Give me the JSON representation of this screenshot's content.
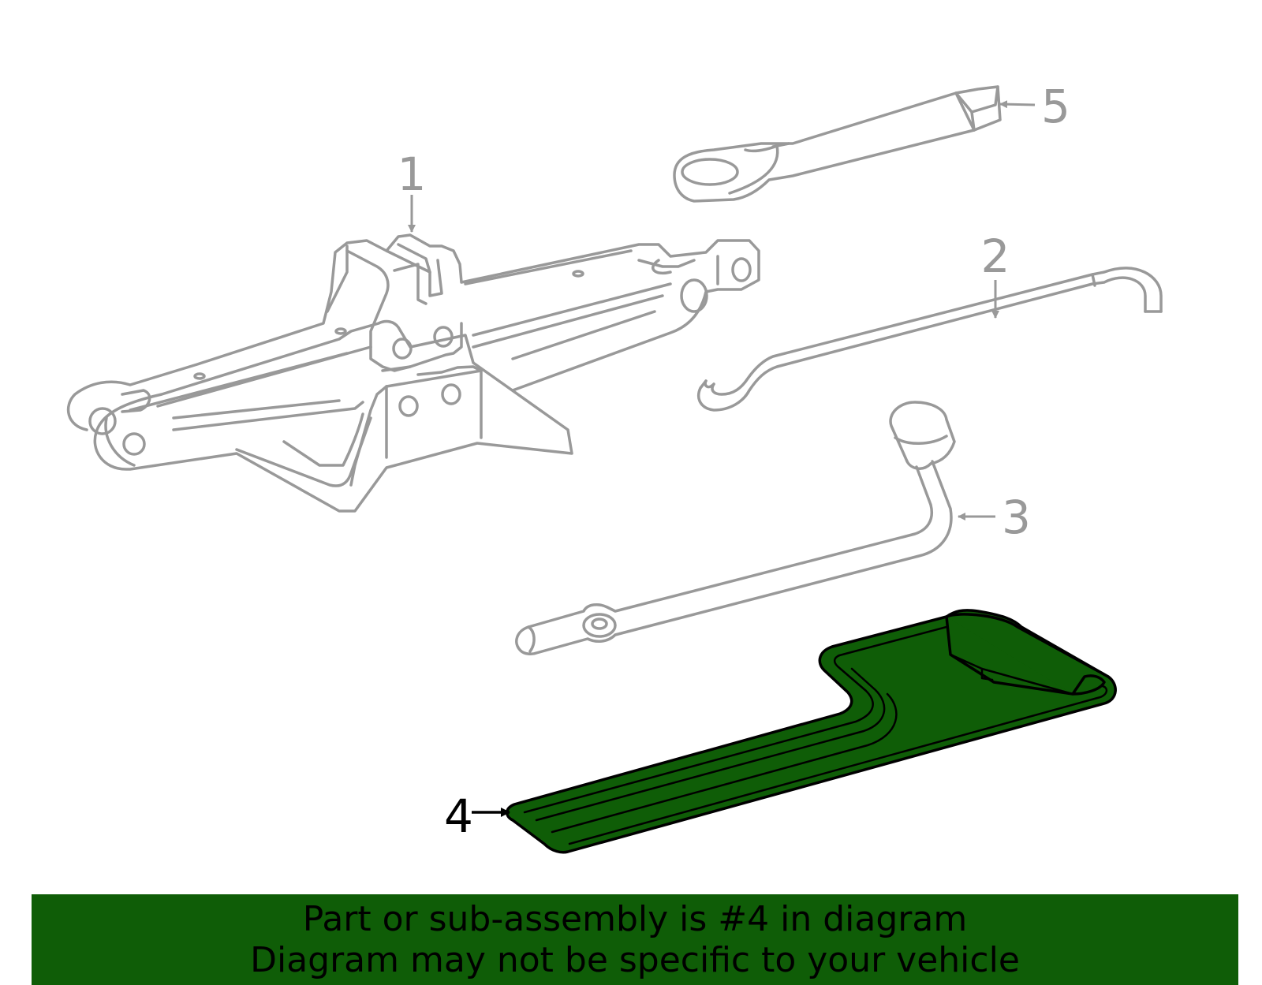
{
  "callouts": [
    {
      "num": "1",
      "part": "jack"
    },
    {
      "num": "2",
      "part": "jack-handle-rod"
    },
    {
      "num": "3",
      "part": "lug-wrench"
    },
    {
      "num": "4",
      "part": "tool-tray"
    },
    {
      "num": "5",
      "part": "handle-extension"
    }
  ],
  "banner": {
    "line1": "Part or sub-assembly is #4 in diagram",
    "line2": "Diagram may not be specific to your vehicle"
  },
  "colors": {
    "part_outline": "#999999",
    "highlight_fill": "#0f5d07",
    "highlight_outline": "#000000",
    "banner_bg": "#0f5d07"
  }
}
